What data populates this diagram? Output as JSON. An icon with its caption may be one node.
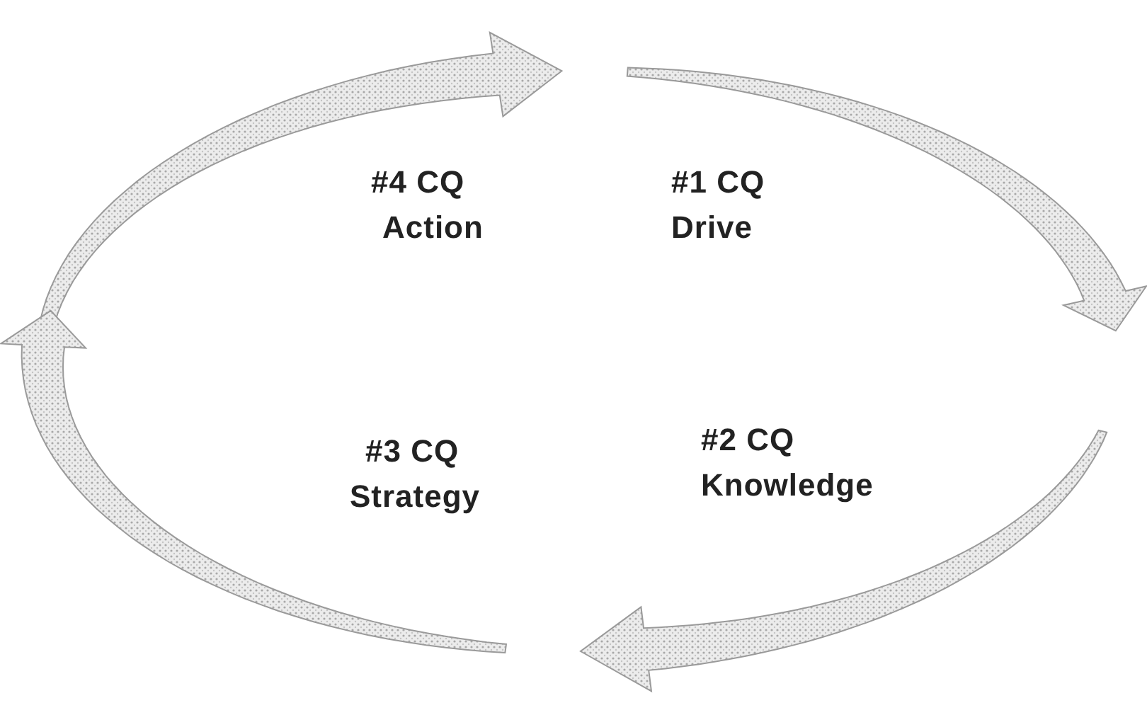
{
  "diagram": {
    "labels": [
      "#4 CQ",
      "Action",
      "#1 CQ",
      "Drive",
      "#3 CQ",
      "Strategy",
      "#2 CQ",
      "Knowledge"
    ]
  }
}
